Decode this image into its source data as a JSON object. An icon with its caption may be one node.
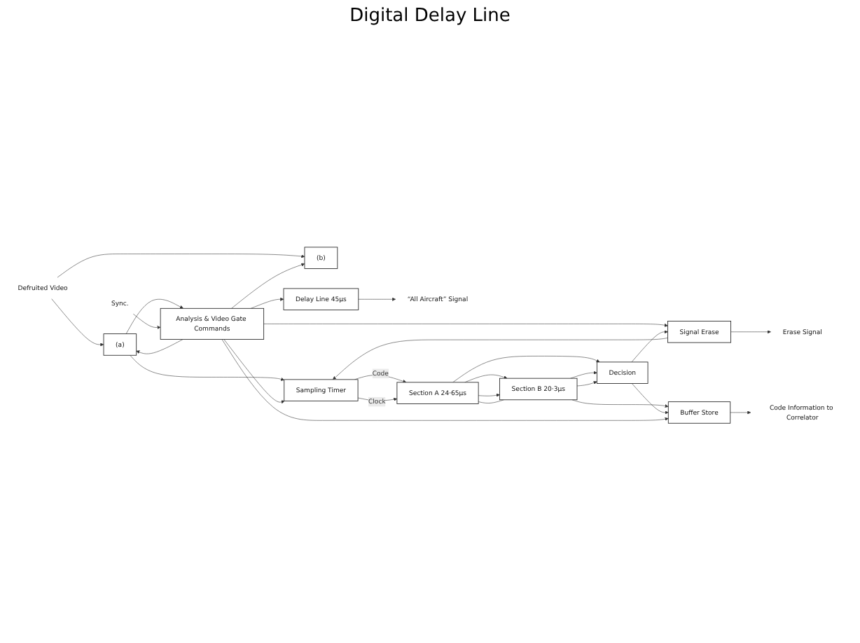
{
  "diagram": {
    "nodes": [
      {
        "text": [
          "Defruited Video"
        ]
      },
      {
        "text": [
          "(a)"
        ]
      },
      {
        "text": [
          "(b)"
        ]
      },
      {
        "text": [
          "Delay Line 45μs"
        ]
      },
      {
        "text": [
          "“All Aircraft” Signal"
        ]
      },
      {
        "text": [
          "Sampling Timer"
        ]
      },
      {
        "text": [
          "Section A 24·65μs"
        ]
      },
      {
        "text": [
          "Section B 20·3μs"
        ]
      },
      {
        "text": [
          "Sync."
        ]
      },
      {
        "text": [
          "Analysis & Video Gate Commands"
        ]
      },
      {
        "text": [
          "Signal Erase"
        ]
      },
      {
        "text": [
          "Decision"
        ]
      },
      {
        "text": [
          "Buffer Store"
        ]
      },
      {
        "text": [
          "Erase Signal"
        ]
      },
      {
        "text": [
          "Code Information to Correlator"
        ]
      }
    ],
    "edges": [
      {
        "from": 0,
        "to": 1,
        "arrow": "to"
      },
      {
        "from": 0,
        "to": 2,
        "arrow": "to"
      },
      {
        "from": 9,
        "to": 1,
        "arrow": "to"
      },
      {
        "from": 9,
        "to": 2,
        "arrow": "to"
      },
      {
        "from": 1,
        "to": 5,
        "arrow": "to"
      },
      {
        "from": 1,
        "to": 9,
        "arrow": "to"
      },
      {
        "from": 9,
        "to": 3,
        "arrow": "to"
      },
      {
        "from": 3,
        "to": 4,
        "arrow": "to"
      },
      {
        "from": 5,
        "to": 6,
        "label": "Code",
        "arrow": "to"
      },
      {
        "from": 5,
        "to": 6,
        "label": "Clock",
        "arrow": "to"
      },
      {
        "from": 6,
        "to": 7,
        "arrow": "to"
      },
      {
        "from": 6,
        "to": 7,
        "arrow": "to"
      },
      {
        "from": 6,
        "to": 7,
        "arrow": "none"
      },
      {
        "from": 9,
        "to": 5,
        "arrow": "to"
      },
      {
        "from": 10,
        "to": 5,
        "arrow": "to"
      },
      {
        "from": 8,
        "to": 9,
        "arrow": "to"
      },
      {
        "from": 9,
        "to": 10,
        "arrow": "to"
      },
      {
        "from": 6,
        "to": 11,
        "arrow": "to"
      },
      {
        "from": 7,
        "to": 11,
        "arrow": "to"
      },
      {
        "from": 7,
        "to": 11,
        "arrow": "to"
      },
      {
        "from": 7,
        "to": 12,
        "arrow": "to"
      },
      {
        "from": 11,
        "to": 10,
        "arrow": "to"
      },
      {
        "from": 11,
        "to": 12,
        "arrow": "to"
      },
      {
        "from": 9,
        "to": 12,
        "arrow": "to"
      },
      {
        "from": 10,
        "to": 13,
        "arrow": "to"
      },
      {
        "from": 12,
        "to": 14,
        "arrow": "to"
      }
    ],
    "labels": [
      "Digital Delay Line"
    ]
  }
}
